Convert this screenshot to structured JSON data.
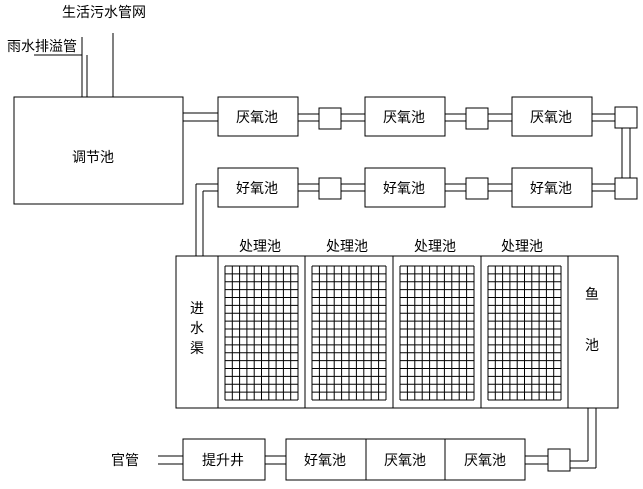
{
  "labels": {
    "sewage_network": "生活污水管网",
    "rain_overflow": "雨水排溢管",
    "regulating_tank": "调节池",
    "anaerobic": "厌氧池",
    "aerobic": "好氧池",
    "treatment": "处理池",
    "inlet_channel": [
      "进",
      "水",
      "渠"
    ],
    "fish_pond": [
      "鱼",
      "池"
    ],
    "lift_well": "提升井",
    "outlet_pipe": "官管"
  }
}
